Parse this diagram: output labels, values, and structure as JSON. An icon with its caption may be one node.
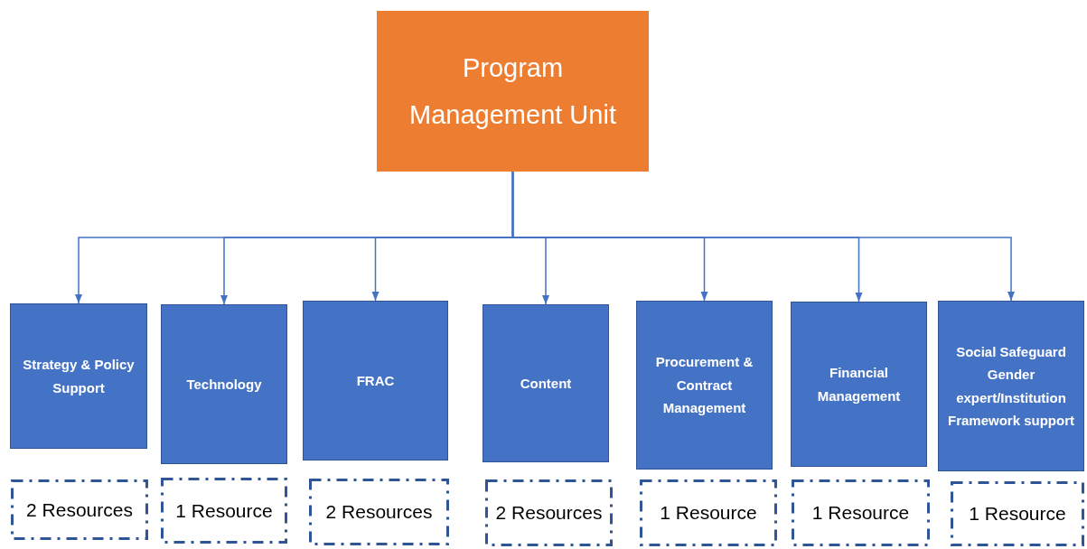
{
  "diagram": {
    "nodes": [
      {
        "text": [
          "Program Management Unit"
        ]
      },
      {
        "text": [
          "Strategy & Policy Support"
        ]
      },
      {
        "text": [
          "Technology"
        ]
      },
      {
        "text": [
          "FRAC"
        ]
      },
      {
        "text": [
          "Content"
        ]
      },
      {
        "text": [
          "Procurement & Contract Management"
        ]
      },
      {
        "text": [
          "Financial Management"
        ]
      },
      {
        "text": [
          "Social Safeguard Gender expert/Institution Framework support"
        ]
      },
      {
        "text": [
          "2 Resources"
        ]
      },
      {
        "text": [
          "1 Resource"
        ]
      },
      {
        "text": [
          "2 Resources"
        ]
      },
      {
        "text": [
          "2 Resources"
        ]
      },
      {
        "text": [
          "1 Resource"
        ]
      },
      {
        "text": [
          "1 Resource"
        ]
      },
      {
        "text": [
          "1 Resource"
        ]
      }
    ],
    "edges": [
      {
        "from": 0,
        "to": 1,
        "arrow": "to"
      },
      {
        "from": 0,
        "to": 2,
        "arrow": "to"
      },
      {
        "from": 0,
        "to": 3,
        "arrow": "to"
      },
      {
        "from": 0,
        "to": 4,
        "arrow": "to"
      },
      {
        "from": 0,
        "to": 5,
        "arrow": "to"
      },
      {
        "from": 0,
        "to": 6,
        "arrow": "to"
      },
      {
        "from": 0,
        "to": 7,
        "arrow": "to"
      }
    ]
  }
}
